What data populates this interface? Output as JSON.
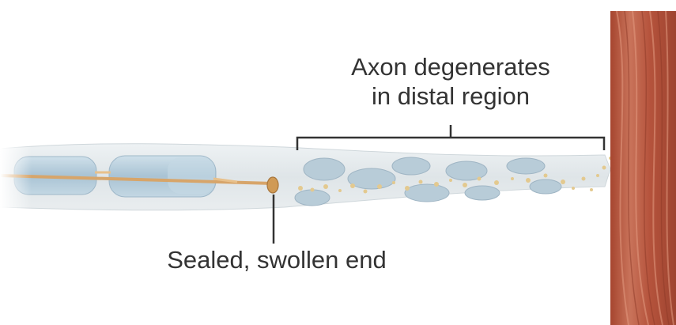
{
  "labels": {
    "degeneration_line1": "Axon degenerates",
    "degeneration_line2": "in distal region",
    "sealed_end": "Sealed, swollen end"
  },
  "colors": {
    "background": "#ffffff",
    "nerve_sheath": "#dde3e6",
    "myelin": "#b9d0de",
    "axon": "#d7a56a",
    "debris": "#e3c98f",
    "muscle": "#b8563f",
    "leader_line": "#333333",
    "label_text": "#333333"
  }
}
